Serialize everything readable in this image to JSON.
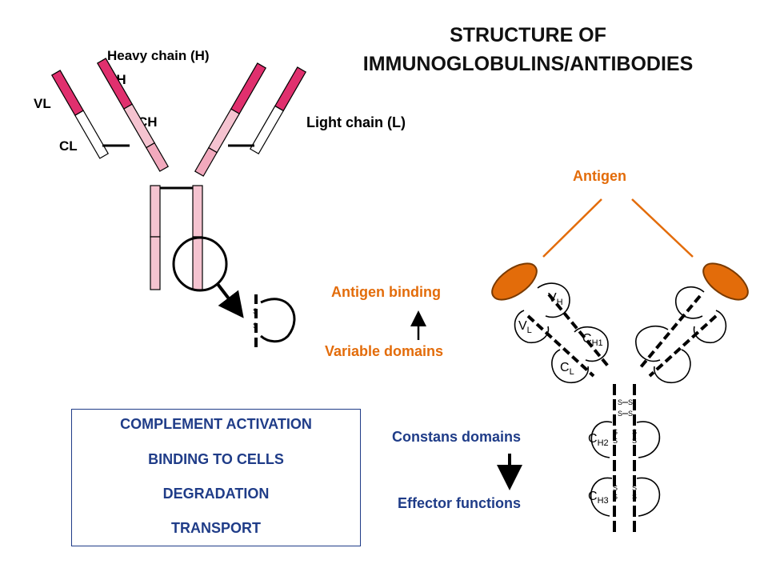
{
  "title": {
    "line1": "STRUCTURE OF",
    "line2": "IMMUNOGLOBULINS/ANTIBODIES"
  },
  "schematic": {
    "heavy_chain": "Heavy chain (H)",
    "vh": "VH",
    "vl": "VL",
    "ch": "CH",
    "cl": "CL",
    "light_chain": "Light chain (L)",
    "ss1": "S",
    "ss2": "S"
  },
  "functions": {
    "antigen": "Antigen",
    "antigen_binding": "Antigen binding",
    "variable_domains": "Variable domains",
    "constant_domains": "Constans domains",
    "effector_functions": "Effector functions",
    "box_items": [
      "COMPLEMENT ACTIVATION",
      "BINDING TO CELLS",
      "DEGRADATION",
      "TRANSPORT"
    ]
  },
  "domain_diagram": {
    "vh": "V",
    "vh_sub": "H",
    "vl": "V",
    "vl_sub": "L",
    "ch1": "C",
    "ch1_sub": "H1",
    "cl": "C",
    "cl_sub": "L",
    "ch2": "C",
    "ch2_sub": "H2",
    "ch3": "C",
    "ch3_sub": "H3",
    "s": "S"
  },
  "colors": {
    "variable": "#e0306e",
    "constant_heavy": "#f5b8c8",
    "antigen": "#e36c0a",
    "orange_text": "#e36c0a",
    "blue_text": "#1f3c88"
  }
}
